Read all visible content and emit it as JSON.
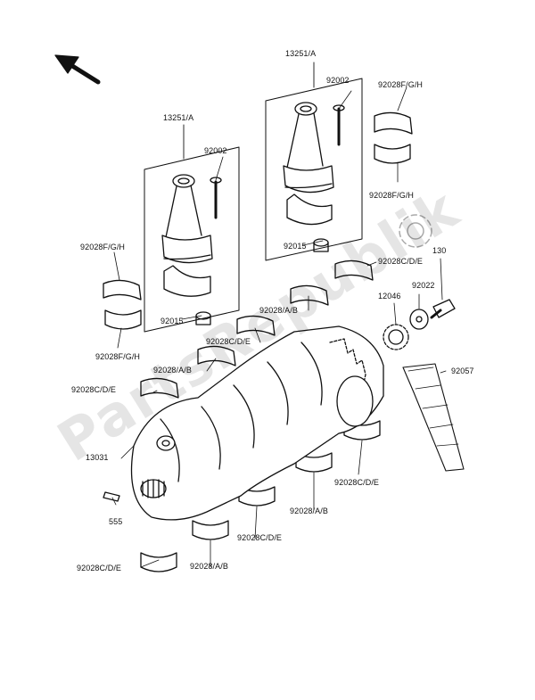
{
  "watermark": "PartsRepublik",
  "labels": {
    "rod_right": "13251/A",
    "rod_left": "13251/A",
    "bolt_right": "92002",
    "bolt_left": "92002",
    "bearing_fgh_tr_top": "92028F/G/H",
    "bearing_fgh_tr_bottom": "92028F/G/H",
    "bearing_fgh_l_top": "92028F/G/H",
    "bearing_fgh_l_bottom": "92028F/G/H",
    "nut_right": "92015",
    "nut_left": "92015",
    "bearing_cde_r1": "92028C/D/E",
    "washer": "92022",
    "bolt_130": "130",
    "gear": "12046",
    "bearing_ab_1": "92028/A/B",
    "bearing_cde_2": "92028C/D/E",
    "bearing_ab_2": "92028/A/B",
    "chain": "92057",
    "bearing_cde_3": "92028C/D/E",
    "crankshaft": "13031",
    "bearing_cde_4": "92028C/D/E",
    "bearing_ab_3": "92028/A/B",
    "pin": "555",
    "bearing_cde_5": "92028C/D/E",
    "bearing_ab_4": "92028/A/B",
    "bearing_cde_6": "92028C/D/E"
  },
  "colors": {
    "ink": "#111111",
    "paper": "#ffffff"
  }
}
